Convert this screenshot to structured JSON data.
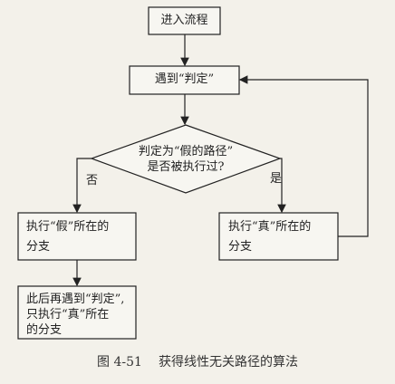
{
  "diagram": {
    "start_box": "进入流程",
    "judge_box": "遇到“判定”",
    "decision": {
      "line1": "判定为“假的路径”",
      "line2": "是否被执行过?"
    },
    "edge_no": "否",
    "edge_yes": "是",
    "false_box": {
      "line1": "执行“假”所在的",
      "line2": "分支"
    },
    "true_box": {
      "line1": "执行“真”所在的",
      "line2": "分支"
    },
    "later_box": {
      "line1": "此后再遇到“判定”,",
      "line2": "只执行“真”所在",
      "line3": "的分支"
    }
  },
  "caption": {
    "number": "图 4-51",
    "title": "获得线性无关路径的算法"
  }
}
